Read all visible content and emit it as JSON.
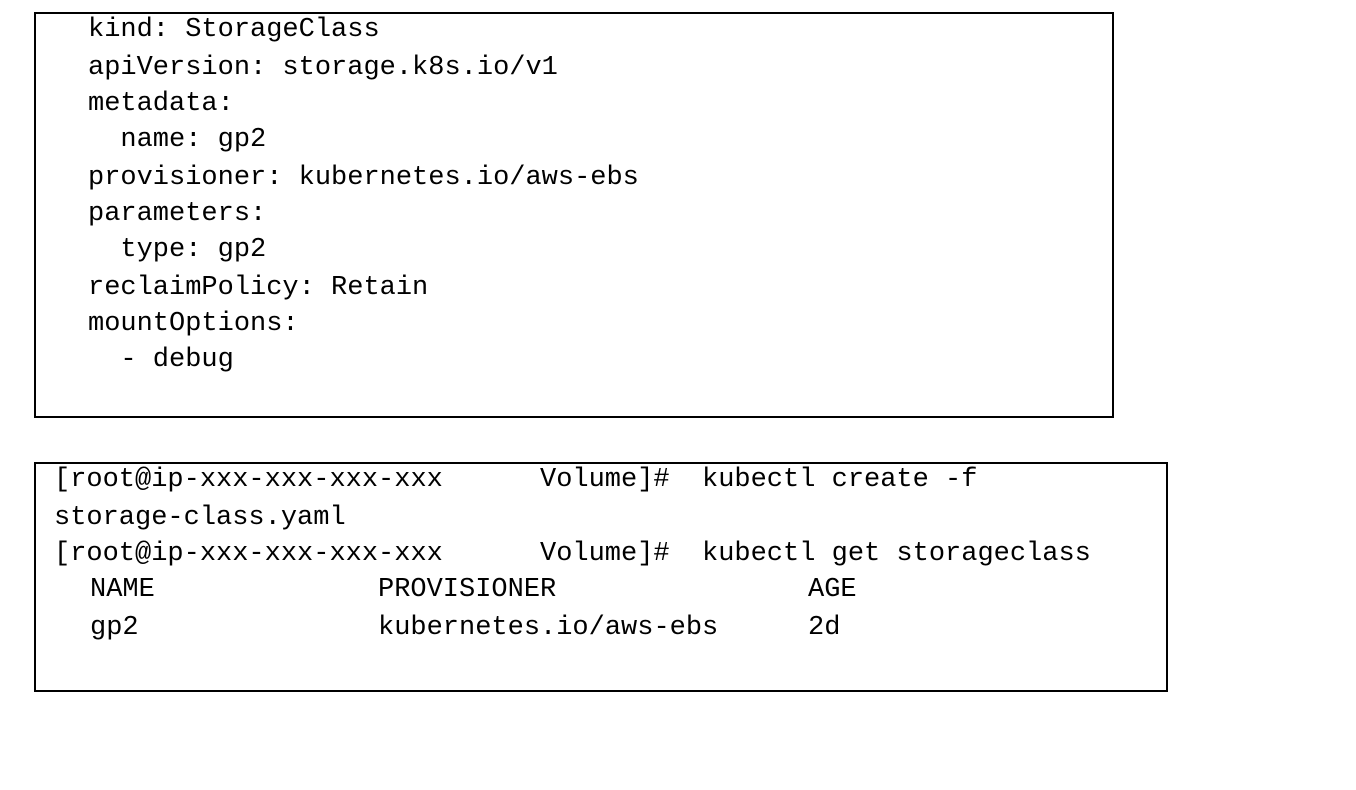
{
  "yaml": {
    "lines": [
      "kind: StorageClass",
      "apiVersion: storage.k8s.io/v1",
      "metadata:",
      "  name: gp2",
      "provisioner: kubernetes.io/aws-ebs",
      "parameters:",
      "  type: gp2",
      "reclaimPolicy: Retain",
      "mountOptions:",
      "  - debug"
    ]
  },
  "terminal": {
    "prompt": "[root@ip-xxx-xxx-xxx-xxx",
    "directory": "Volume]#",
    "commands": {
      "create": "kubectl create -f",
      "create_continued": "storage-class.yaml",
      "get": "kubectl get storageclass"
    },
    "table": {
      "headers": [
        "NAME",
        "PROVISIONER",
        "AGE"
      ],
      "rows": [
        [
          "gp2",
          "kubernetes.io/aws-ebs",
          "2d"
        ]
      ]
    }
  }
}
